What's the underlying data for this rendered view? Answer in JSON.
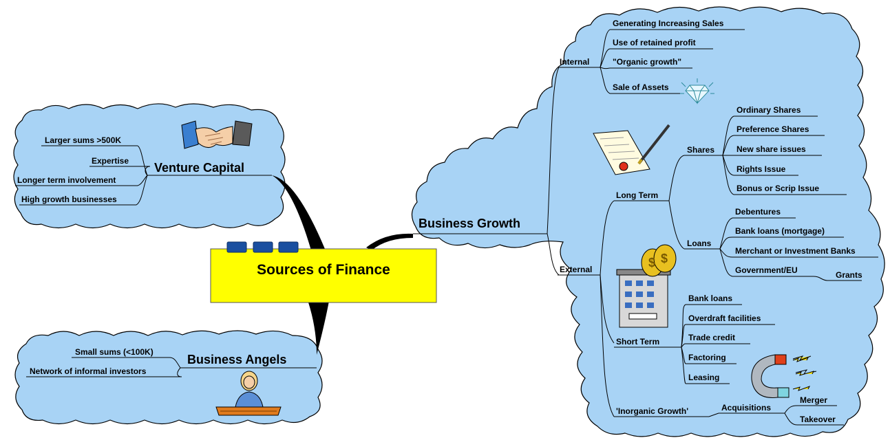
{
  "central": {
    "title": "Sources of Finance"
  },
  "branches": {
    "venture_capital": {
      "title": "Venture Capital",
      "items": [
        "Larger sums >500K",
        "Expertise",
        "Longer term involvement",
        "High growth businesses"
      ]
    },
    "business_angels": {
      "title": "Business Angels",
      "items": [
        "Small sums (<100K)",
        "Network of informal investors"
      ]
    },
    "business_growth": {
      "title": "Business Growth",
      "internal": {
        "label": "Internal",
        "items": [
          "Generating Increasing Sales",
          "Use of retained profit",
          "\"Organic growth\"",
          "Sale of Assets"
        ]
      },
      "external": {
        "label": "External",
        "long_term": {
          "label": "Long Term",
          "shares": {
            "label": "Shares",
            "items": [
              "Ordinary Shares",
              "Preference Shares",
              "New share issues",
              "Rights Issue",
              "Bonus or Scrip Issue"
            ]
          },
          "loans": {
            "label": "Loans",
            "items": [
              "Debentures",
              "Bank loans (mortgage)",
              "Merchant or Investment Banks",
              "Government/EU"
            ],
            "grants": "Grants"
          }
        },
        "short_term": {
          "label": "Short Term",
          "items": [
            "Bank loans",
            "Overdraft facilities",
            "Trade credit",
            "Factoring",
            "Leasing"
          ]
        },
        "inorganic": {
          "label": "'Inorganic Growth'",
          "acquisitions": {
            "label": "Acquisitions",
            "items": [
              "Merger",
              "Takeover"
            ]
          }
        }
      }
    }
  },
  "colors": {
    "cloud": "#a8d3f5",
    "central_box": "#ffff00",
    "tabs": "#1a4fa0"
  },
  "icons": [
    "handshake-icon",
    "businesswoman-icon",
    "diamond-icon",
    "contract-pen-icon",
    "bank-coins-icon",
    "magnet-icon"
  ]
}
